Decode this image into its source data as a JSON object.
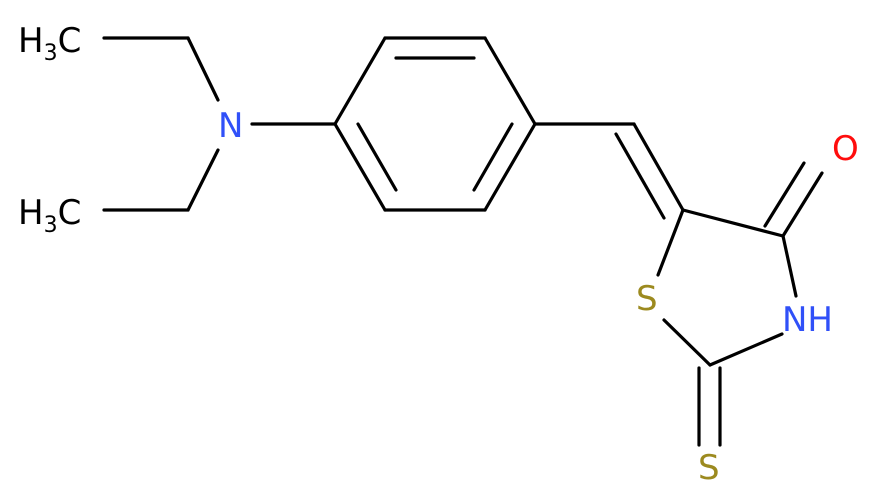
{
  "labels": {
    "methyl_1": {
      "main": "H",
      "sub": "3",
      "tail": "C"
    },
    "methyl_2": {
      "main": "H",
      "sub": "3",
      "tail": "C"
    },
    "nitrogen_amine": "N",
    "oxygen": "O",
    "sulfur_ring": "S",
    "nh": "NH",
    "sulfur_thione": "S"
  },
  "colors": {
    "bond": "#000000",
    "carbon": "#000000",
    "nitrogen": "#3050f8",
    "oxygen": "#ff0d0d",
    "sulfur": "#9c8a1f"
  }
}
